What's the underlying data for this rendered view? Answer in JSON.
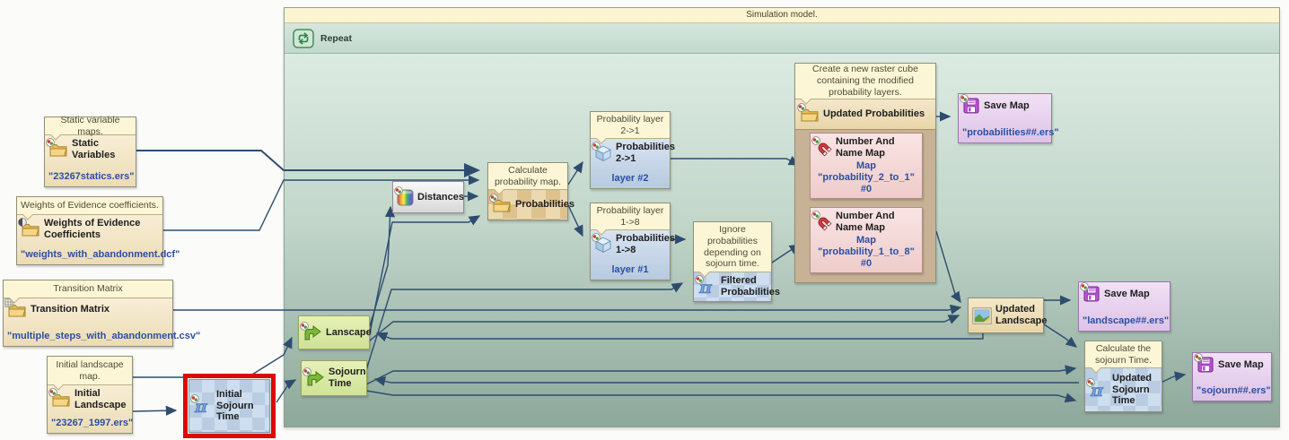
{
  "colors": {
    "wire": "#2e4d6e",
    "highlight_red": "#dd0803",
    "value_text": "#2b4fa3",
    "comment_bg": "#fdf6d6",
    "container_title_bg": "#fdf5d2"
  },
  "container": {
    "title": "Simulation model.",
    "repeat_label": "Repeat"
  },
  "nodes": {
    "static": {
      "comment": "Static variable maps.",
      "name": "Static Variables",
      "value": "\"23267statics.ers\""
    },
    "weights": {
      "comment": "Weights of Evidence coefficients.",
      "name": "Weights of Evidence Coefficients",
      "value": "\"weights_with_abandonment.dcf\""
    },
    "transition": {
      "comment": "Transition Matrix",
      "name": "Transition Matrix",
      "value": "\"multiple_steps_with_abandonment.csv\""
    },
    "initial_landscape": {
      "comment": "Initial landscape map.",
      "name": "Initial Landscape",
      "value": "\"23267_1997.ers\""
    },
    "initial_sojourn": {
      "name": "Initial Sojourn Time"
    },
    "lanscape_mux": {
      "name": "Lanscape"
    },
    "sojourn_mux": {
      "name": "Sojourn Time"
    },
    "distances": {
      "name": "Distances"
    },
    "calc_prob": {
      "comment": "Calculate probability map.",
      "name": "Probabilities"
    },
    "prob21": {
      "comment": "Probability layer 2->1",
      "name": "Probabilities 2->1",
      "port": "layer #2"
    },
    "prob18": {
      "comment": "Probability layer 1->8",
      "name": "Probabilities 1->8",
      "port": "layer #1"
    },
    "filtered": {
      "comment": "Ignore probabilities depending on sojourn time.",
      "name": "Filtered Probabilities"
    },
    "cube": {
      "comment": "Create a new raster cube containing the modified probability layers.",
      "name": "Updated Probabilities"
    },
    "map21": {
      "name": "Number And Name Map",
      "value": "Map \"probability_2_to_1\" #0"
    },
    "map18": {
      "name": "Number And Name Map",
      "value": "Map \"probability_1_to_8\" #0"
    },
    "save_prob": {
      "name": "Save Map",
      "value": "\"probabilities##.ers\""
    },
    "updated_landscape": {
      "name": "Updated Landscape"
    },
    "save_landscape": {
      "name": "Save Map",
      "value": "\"landscape##.ers\""
    },
    "calc_sojourn": {
      "comment": "Calculate the sojourn Time.",
      "name": "Updated Sojourn Time"
    },
    "save_sojourn": {
      "name": "Save Map",
      "value": "\"sojourn##.ers\""
    }
  }
}
